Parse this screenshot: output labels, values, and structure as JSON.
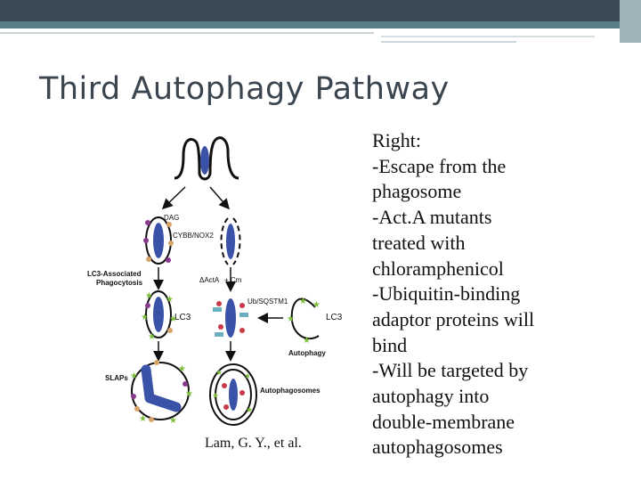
{
  "slide": {
    "title": "Third Autophagy Pathway",
    "citation": "Lam, G. Y., et al.",
    "right_text": [
      "Right:",
      "-Escape from the",
      "phagosome",
      "-Act.A mutants",
      "treated with",
      "chloramphenicol",
      "-Ubiquitin-binding",
      "adaptor proteins will",
      "bind",
      "-Will be targeted by",
      "autophagy into",
      "double-membrane",
      "autophagosomes"
    ]
  },
  "figure": {
    "labels": {
      "dag": "DAG",
      "cybb": "CYBB/NOX2",
      "lc3_phago_1": "LC3-Associated",
      "lc3_phago_2": "Phagocytosis",
      "dact": "ΔActA",
      "cm": "+ Cm",
      "ub": "Ub/SQSTM1",
      "lc3_left": "LC3",
      "lc3_right": "LC3",
      "autophagy": "Autophagy",
      "slaps": "SLAPs",
      "autophagosomes": "Autophagosomes"
    }
  },
  "colors": {
    "bacteria": "#3a52a8",
    "green_marker": "#7cbf3a",
    "purple_marker": "#8a3a8e",
    "tan_marker": "#d9a46a",
    "red_marker": "#c83a4a",
    "header_dark": "#3b4a55",
    "header_teal": "#5b7f86"
  }
}
